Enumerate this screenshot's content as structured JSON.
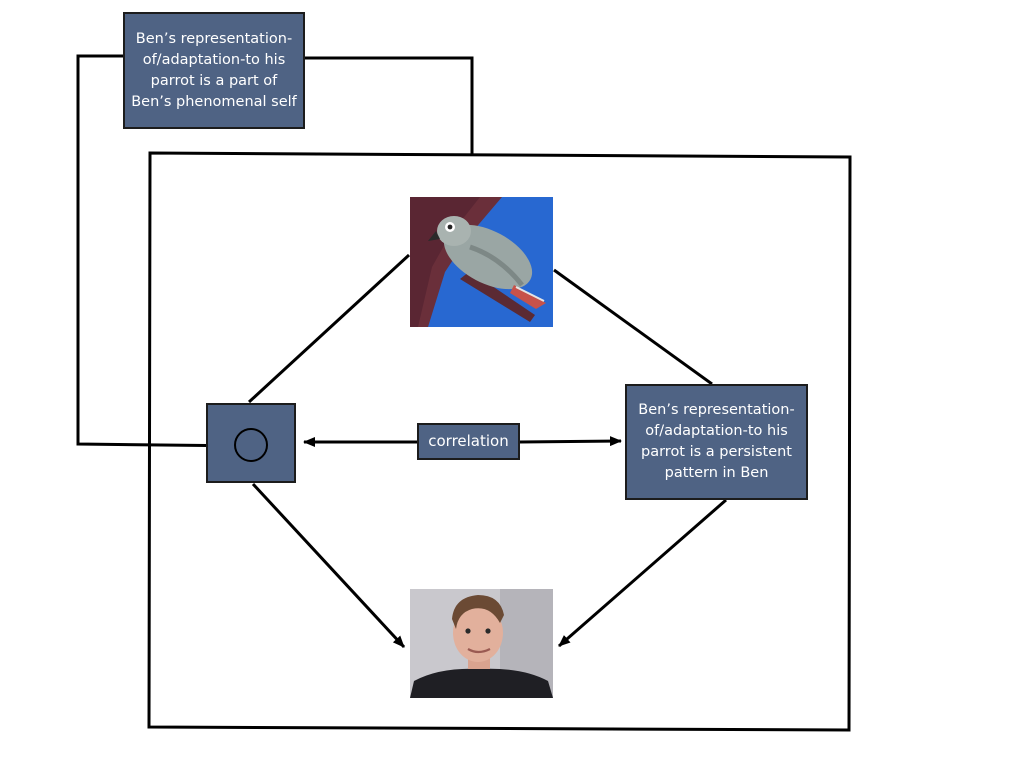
{
  "nodes": {
    "phenomenal_self": "Ben’s representation-of/adaptation-to his parrot is a part of Ben’s phenomenal self",
    "phenomenal_self_lines": [
      "Ben’s representation-",
      "of/adaptation-to his",
      "parrot is a part of",
      "Ben’s phenomenal self"
    ],
    "persistent_pattern": "Ben’s representation-of/adaptation-to his parrot is a persistent pattern in Ben",
    "persistent_pattern_lines": [
      "Ben’s representation-",
      "of/adaptation-to his",
      "parrot is a persistent",
      "pattern in Ben"
    ],
    "correlation": "correlation"
  },
  "images": {
    "parrot": "painting of a grey parrot on a branch against a blue background",
    "person": "photo of Ben"
  },
  "icons": {
    "self_node": "circle-dot-icon"
  },
  "colors": {
    "box_fill": "#4f6384",
    "box_border": "#1c1c1c",
    "box_text": "#ffffff",
    "lines": "#000000"
  }
}
